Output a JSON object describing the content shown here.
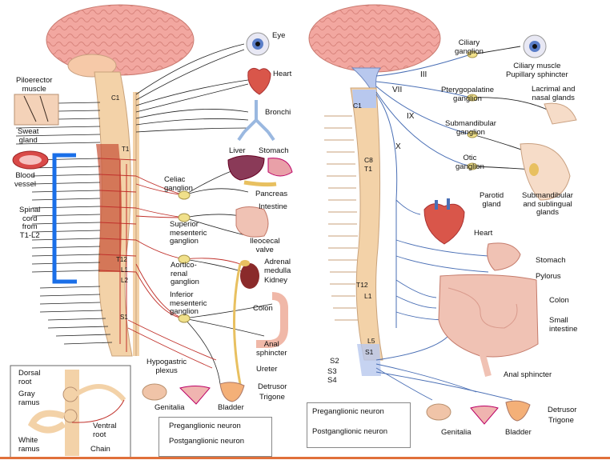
{
  "sympathetic": {
    "targets": {
      "eye": "Eye",
      "heart": "Heart",
      "bronchi": "Bronchi",
      "liver": "Liver",
      "stomach": "Stomach",
      "pancreas": "Pancreas",
      "intestine": "Intestine",
      "ileocecal": [
        "Ileocecal",
        "valve"
      ],
      "adrenal": [
        "Adrenal",
        "medulla"
      ],
      "kidney": "Kidney",
      "colon": "Colon",
      "anal": [
        "Anal",
        "sphincter"
      ],
      "ureter": "Ureter",
      "detrusor": "Detrusor",
      "trigone": "Trigone",
      "genitalia": "Genitalia",
      "bladder": "Bladder"
    },
    "left_labels": {
      "piloerector": [
        "Piloerector",
        "muscle"
      ],
      "sweat": [
        "Sweat",
        "gland"
      ],
      "blood_vessel": [
        "Blood",
        "vessel"
      ],
      "spinal_cord": [
        "Spinal",
        "cord",
        "from",
        "T1-L2"
      ]
    },
    "ganglia": {
      "celiac": [
        "Celiac",
        "ganglion"
      ],
      "superior": [
        "Superior",
        "mesenteric",
        "ganglion"
      ],
      "aortico": [
        "Aortico-",
        "renal",
        "ganglion"
      ],
      "inferior": [
        "Inferior",
        "mesenteric",
        "ganglion"
      ],
      "hypogastric": [
        "Hypogastric",
        "plexus"
      ]
    },
    "segments": {
      "c1": "C1",
      "t1": "T1",
      "t12": "T12",
      "l1": "L1",
      "l2": "L2",
      "s1": "S1"
    },
    "inset": {
      "dorsal": [
        "Dorsal",
        "root"
      ],
      "gray": [
        "Gray",
        "ramus"
      ],
      "white": [
        "White",
        "ramus"
      ],
      "ventral": [
        "Ventral",
        "root"
      ],
      "chain": "Chain"
    },
    "legend": {
      "pre": "Preganglionic neuron",
      "post": "Postganglionic neuron"
    }
  },
  "parasympathetic": {
    "nerves": {
      "iii": "III",
      "vii": "VII",
      "ix": "IX",
      "x": "X"
    },
    "segments": {
      "c1": "C1",
      "c8": "C8",
      "t1": "T1",
      "t12": "T12",
      "l1": "L1",
      "l5": "L5",
      "s1": "S1",
      "s2": "S2",
      "s3": "S3",
      "s4": "S4"
    },
    "ganglia": {
      "ciliary": [
        "Ciliary",
        "ganglion"
      ],
      "pterygo": [
        "Pterygopalatine",
        "ganglion"
      ],
      "submand": [
        "Submandibular",
        "ganglion"
      ],
      "otic": [
        "Otic",
        "ganglion"
      ]
    },
    "targets": {
      "ciliary_muscle": [
        "Ciliary muscle",
        "Pupillary sphincter"
      ],
      "lacrimal": [
        "Lacrimal and",
        "nasal glands"
      ],
      "parotid": [
        "Parotid",
        "gland"
      ],
      "submand_glands": [
        "Submandibular",
        "and sublingual",
        "glands"
      ],
      "heart": "Heart",
      "stomach": "Stomach",
      "pylorus": "Pylorus",
      "colon": "Colon",
      "small_intestine": [
        "Small",
        "intestine"
      ],
      "anal": "Anal sphincter",
      "detrusor": "Detrusor",
      "trigone": "Trigone",
      "genitalia": "Genitalia",
      "bladder": "Bladder"
    },
    "legend": {
      "pre": "Preganglionic neuron",
      "post": "Postganglionic neuron"
    }
  },
  "colors": {
    "brain": "#f2a7a0",
    "spine": "#f3d2a8",
    "cord_red": "#c9583e",
    "nerve_blue": "#4a6fb5",
    "nerve_black": "#222222",
    "pre_red": "#c0302a",
    "bracket": "#1a6fe8",
    "accent_bar": "#e0703a"
  }
}
